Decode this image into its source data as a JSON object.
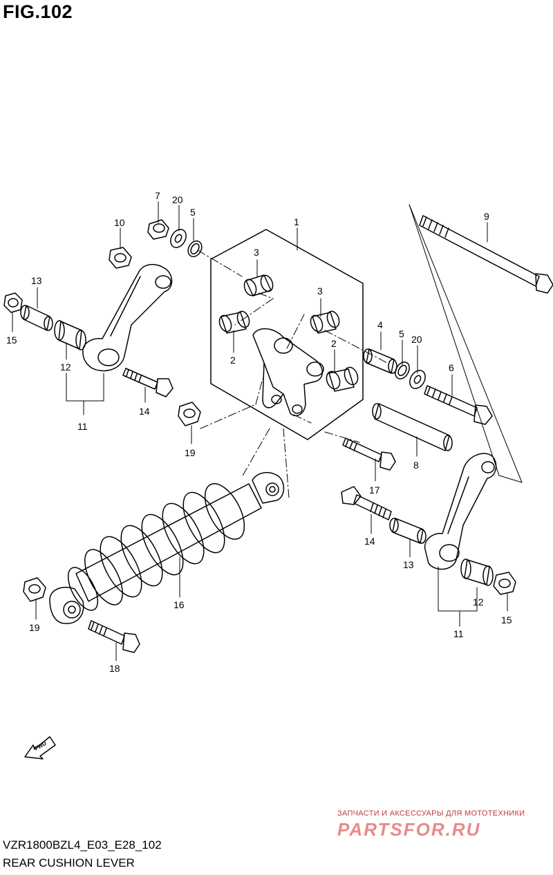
{
  "figure": {
    "title": "FIG.102"
  },
  "footer": {
    "model_code": "VZR1800BZL4_E03_E28_102",
    "caption": "REAR CUSHION LEVER"
  },
  "watermark": {
    "line1": "ЗАПЧАСТИ И АКСЕССУАРЫ ДЛЯ МОТОТЕХНИКИ",
    "line2": "PARTSFOR.RU",
    "color": "#c03a3a"
  },
  "fwd_arrow": {
    "label": "FWD"
  },
  "callouts": {
    "c1": "1",
    "c2a": "2",
    "c2b": "2",
    "c3a": "3",
    "c3b": "3",
    "c4": "4",
    "c5a": "5",
    "c5b": "5",
    "c6": "6",
    "c7": "7",
    "c8": "8",
    "c9": "9",
    "c10": "10",
    "c11a": "11",
    "c11b": "11",
    "c12a": "12",
    "c12b": "12",
    "c13a": "13",
    "c13b": "13",
    "c14a": "14",
    "c14b": "14",
    "c15a": "15",
    "c15b": "15",
    "c16": "16",
    "c17": "17",
    "c18": "18",
    "c19a": "19",
    "c19b": "19",
    "c20a": "20",
    "c20b": "20"
  }
}
